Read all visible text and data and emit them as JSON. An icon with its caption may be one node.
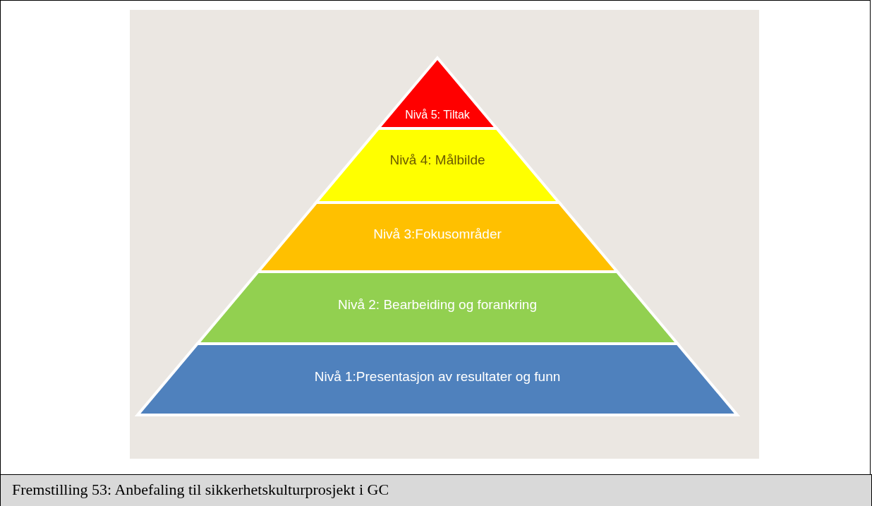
{
  "diagram": {
    "caption": "Fremstilling 53: Anbefaling til sikkerhetskulturprosjekt i GC",
    "nodes": [
      {
        "text": [
          "Nivå 5: Tiltak"
        ]
      },
      {
        "text": [
          "Nivå 4: Målbilde"
        ]
      },
      {
        "text": [
          "Nivå 3:Fokusområder"
        ]
      },
      {
        "text": [
          "Nivå 2: Bearbeiding og forankring"
        ]
      },
      {
        "text": [
          "Nivå 1:Presentasjon av resultater og funn"
        ]
      }
    ],
    "edges": []
  }
}
